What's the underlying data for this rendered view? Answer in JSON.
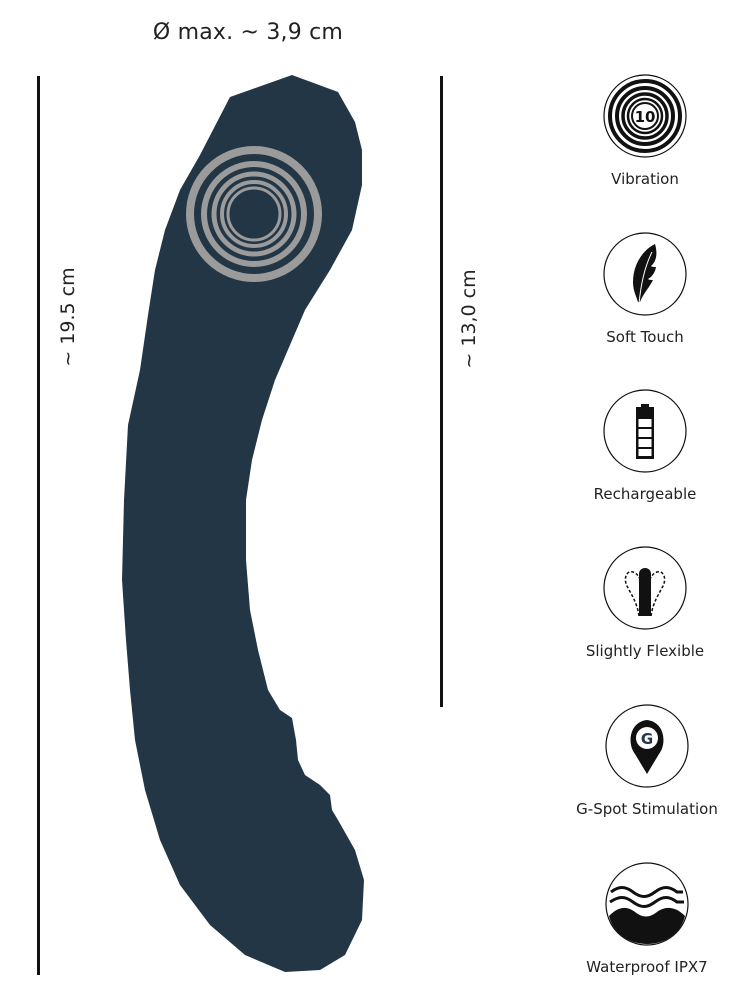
{
  "dimensions": {
    "diameter": "Ø max. ~ 3,9 cm",
    "total_length": "~ 19.5 cm",
    "insertable_length": "~ 13,0 cm"
  },
  "product": {
    "body_color": "#233646",
    "motor_ring_color": "#9b9b9b"
  },
  "features": [
    {
      "icon": "vibration-10-icon",
      "label": "Vibration"
    },
    {
      "icon": "feather-icon",
      "label": "Soft Touch"
    },
    {
      "icon": "battery-icon",
      "label": "Rechargeable"
    },
    {
      "icon": "flexible-icon",
      "label": "Slightly Flexible"
    },
    {
      "icon": "g-spot-pin-icon",
      "label": "G-Spot Stimulation",
      "badge": "G"
    },
    {
      "icon": "waves-icon",
      "label": "Waterproof IPX7"
    }
  ],
  "vibration_icon_number": "10"
}
